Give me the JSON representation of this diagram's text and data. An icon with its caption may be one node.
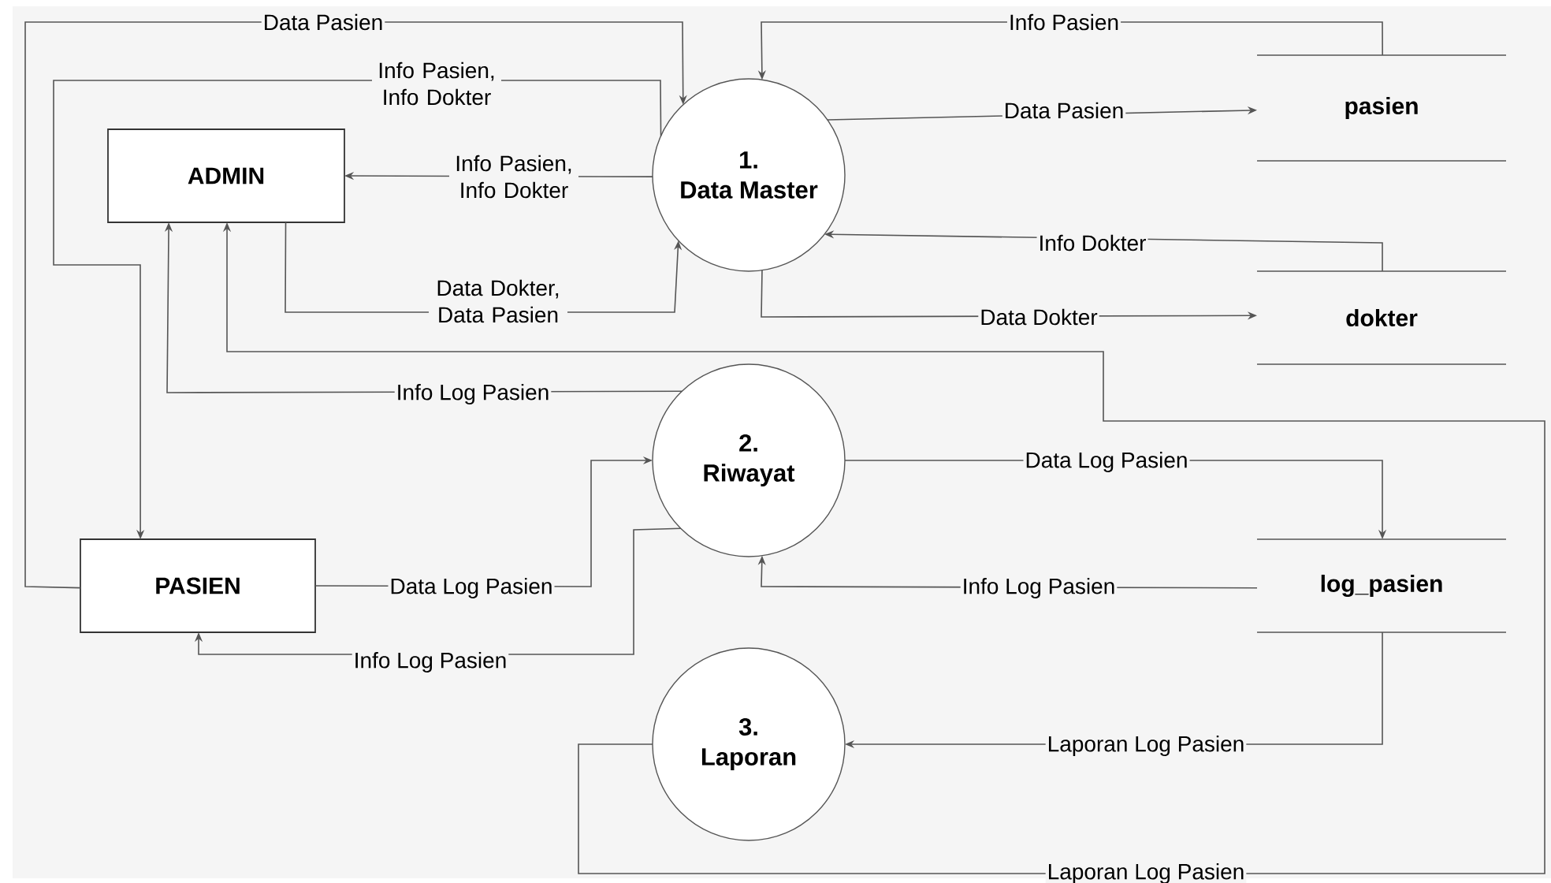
{
  "diagram": {
    "nodes": [
      {
        "text": [
          "ADMIN"
        ]
      },
      {
        "text": [
          "1.",
          "Data Master"
        ]
      },
      {
        "text": [
          "pasien"
        ]
      },
      {
        "text": [
          "dokter"
        ]
      },
      {
        "text": [
          "2.",
          "Riwayat"
        ]
      },
      {
        "text": [
          "PASIEN"
        ]
      },
      {
        "text": [
          "log_pasien"
        ]
      },
      {
        "text": [
          "3.",
          "Laporan"
        ]
      }
    ],
    "edges": [
      {
        "from": 5,
        "to": 1,
        "arrow": "to",
        "label": "Data Pasien"
      },
      {
        "from": 1,
        "to": 5,
        "arrow": "to",
        "label": "Info Pasien, Info Dokter"
      },
      {
        "from": 1,
        "to": 0,
        "arrow": "to",
        "label": "Info Pasien, Info Dokter"
      },
      {
        "from": 0,
        "to": 1,
        "arrow": "to",
        "label": "Data Dokter, Data Pasien"
      },
      {
        "from": 2,
        "to": 1,
        "arrow": "to",
        "label": "Info Pasien"
      },
      {
        "from": 1,
        "to": 2,
        "arrow": "to",
        "label": "Data Pasien"
      },
      {
        "from": 3,
        "to": 1,
        "arrow": "to",
        "label": "Info Dokter"
      },
      {
        "from": 1,
        "to": 3,
        "arrow": "to",
        "label": "Data Dokter"
      },
      {
        "from": 7,
        "to": 0,
        "arrow": "to",
        "label": "Laporan Log Pasien"
      },
      {
        "from": 4,
        "to": 0,
        "arrow": "to",
        "label": "Info Log Pasien"
      },
      {
        "from": 5,
        "to": 4,
        "arrow": "to",
        "label": "Data Log Pasien"
      },
      {
        "from": 4,
        "to": 5,
        "arrow": "to",
        "label": "Info Log Pasien"
      },
      {
        "from": 4,
        "to": 6,
        "arrow": "to",
        "label": "Data Log Pasien"
      },
      {
        "from": 6,
        "to": 4,
        "arrow": "to",
        "label": "Info Log Pasien"
      },
      {
        "from": 6,
        "to": 7,
        "arrow": "to",
        "label": "Laporan Log Pasien"
      }
    ]
  }
}
